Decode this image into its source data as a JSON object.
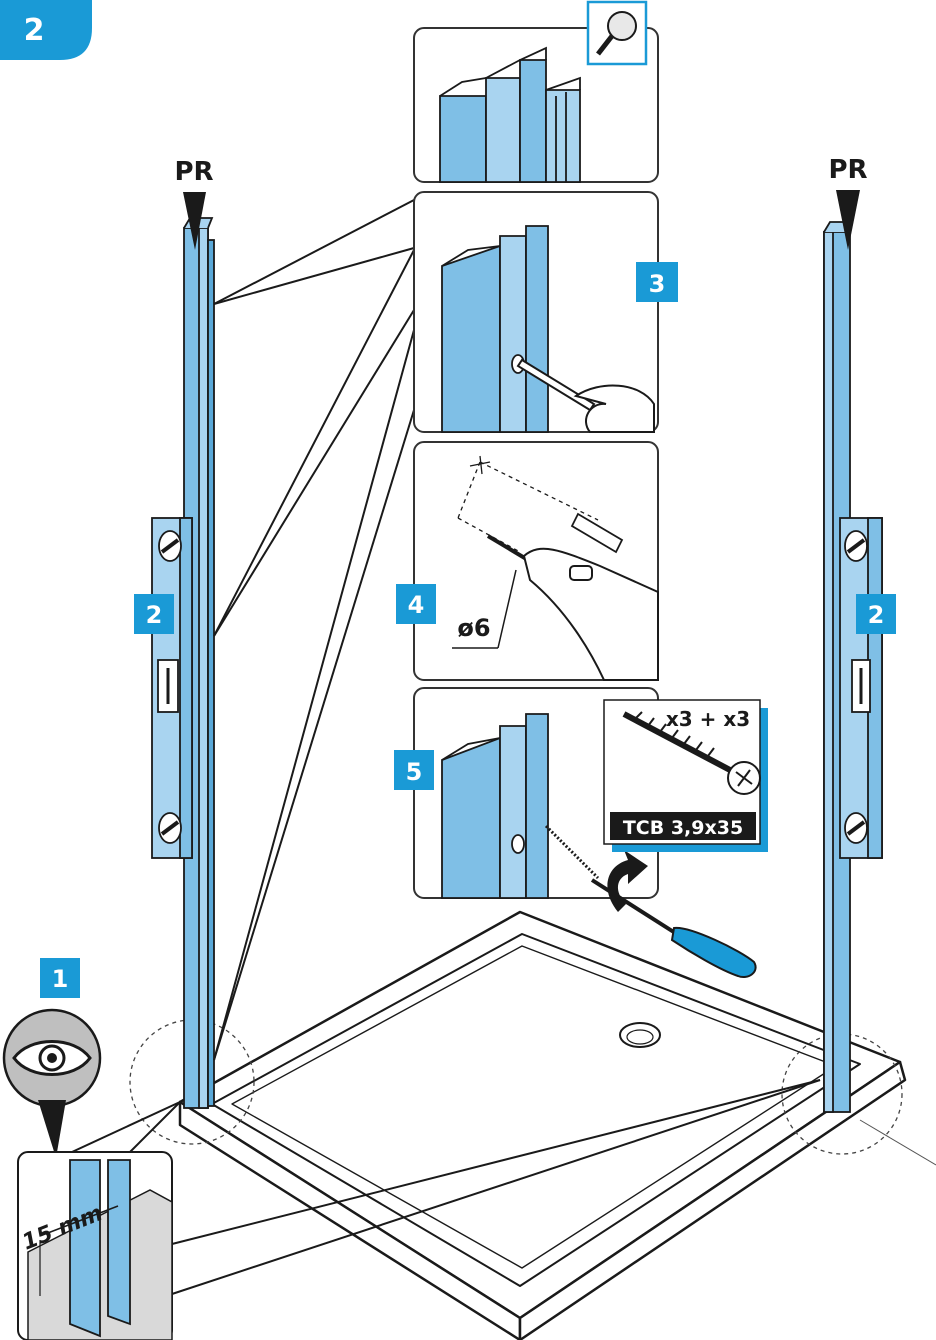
{
  "step_badge": "2",
  "left_label": "PR",
  "right_label": "PR",
  "steps": {
    "one": "1",
    "two_left": "2",
    "two_right": "2",
    "three": "3",
    "four": "4",
    "five": "5"
  },
  "drill_diameter": "ø6",
  "screw_quantity": "x3 + x3",
  "screw_type": "TCB 3,9x35",
  "gap_measurement": "15 mm",
  "colors": {
    "accent_blue": "#1a9ad6",
    "profile_blue": "#7fbfe6",
    "profile_light": "#a9d4f0",
    "line": "#1a1a1a",
    "panel_border": "#333333"
  },
  "icons": [
    "magnifier-icon",
    "eye-icon",
    "drill-icon",
    "screwdriver-icon",
    "screw-icon",
    "rotate-arrow-icon"
  ]
}
